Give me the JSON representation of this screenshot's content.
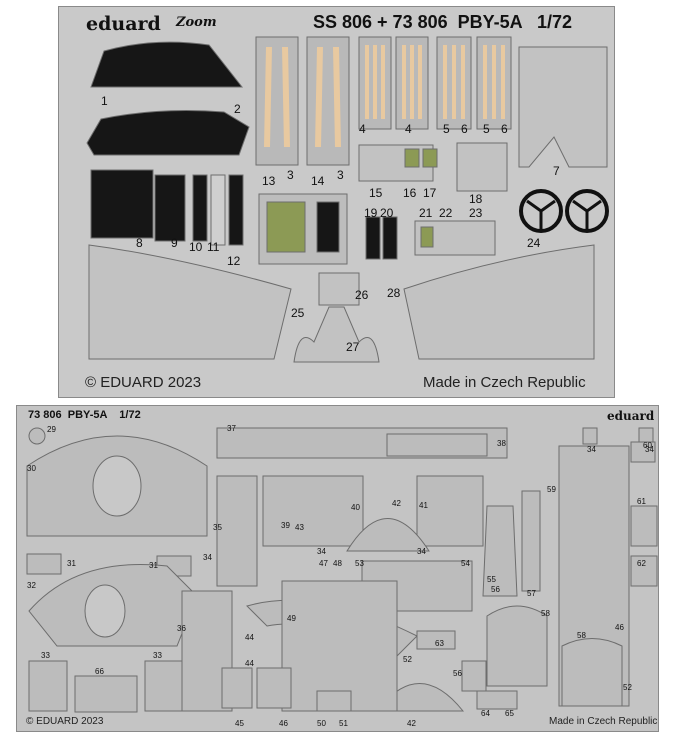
{
  "top_fret": {
    "brand": "eduard",
    "sub_brand": "Zoom",
    "title": "SS 806 + 73 806  PBY-5A   1/72",
    "copyright": "© EDUARD 2023",
    "origin": "Made in Czech Republic",
    "part_numbers": [
      "1",
      "2",
      "3",
      "3",
      "4",
      "4",
      "5",
      "6",
      "5",
      "6",
      "7",
      "8",
      "9",
      "10",
      "11",
      "12",
      "13",
      "14",
      "15",
      "16",
      "17",
      "18",
      "19",
      "20",
      "21",
      "22",
      "23",
      "24",
      "25",
      "26",
      "27",
      "28"
    ]
  },
  "bottom_fret": {
    "brand": "eduard",
    "title": "73 806  PBY-5A    1/72",
    "copyright": "© EDUARD 2023",
    "origin": "Made in Czech Republic",
    "part_numbers": [
      "29",
      "30",
      "31",
      "31",
      "32",
      "33",
      "33",
      "34",
      "34",
      "34",
      "34",
      "34",
      "35",
      "36",
      "37",
      "38",
      "39",
      "40",
      "41",
      "42",
      "42",
      "43",
      "44",
      "44",
      "45",
      "46",
      "46",
      "47",
      "48",
      "49",
      "50",
      "51",
      "52",
      "52",
      "53",
      "54",
      "55",
      "56",
      "56",
      "57",
      "58",
      "58",
      "59",
      "60",
      "61",
      "62",
      "63",
      "64",
      "65",
      "66"
    ]
  },
  "colors": {
    "fret_gray": "#c9c9c9",
    "part_outline": "#6d6d6d",
    "panel_black": "#141414",
    "harness_tan": "#e8c9a0",
    "cushion_olive": "#8c9a55"
  }
}
